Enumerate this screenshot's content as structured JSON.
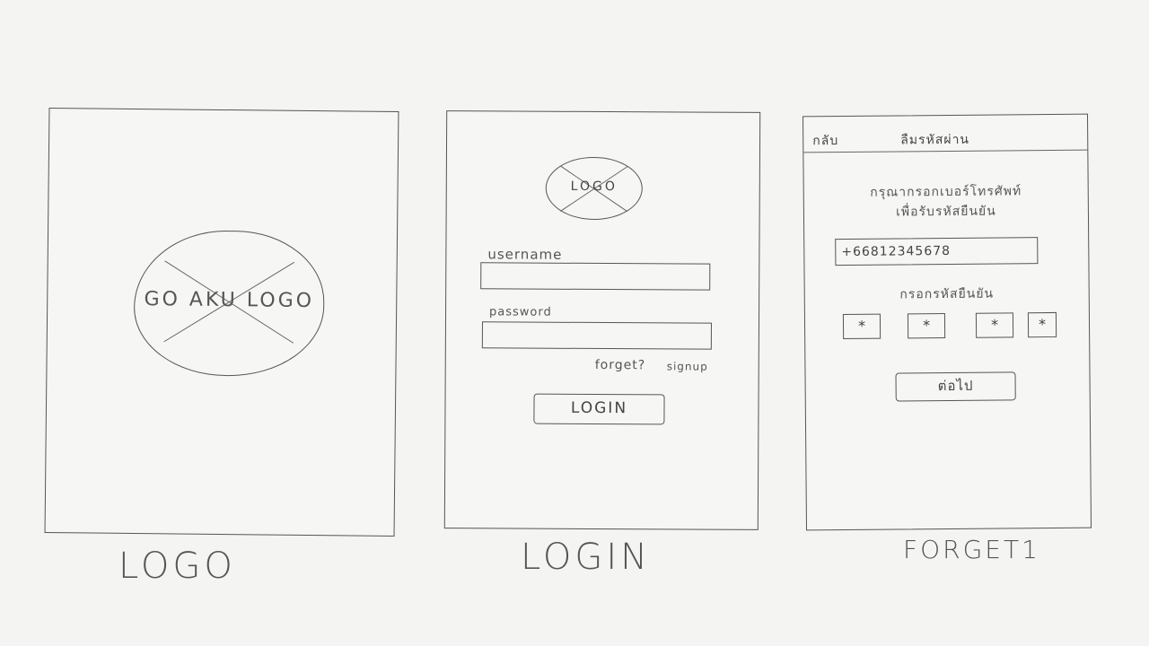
{
  "screens": {
    "logo": {
      "caption": "LOGO",
      "logo_text": "GO AKU LOGO"
    },
    "login": {
      "caption": "LOGIN",
      "logo_text": "LOGO",
      "username_label": "username",
      "password_label": "password",
      "forget_link": "forget?",
      "signup_link": "signup",
      "login_button": "LOGIN"
    },
    "forget": {
      "caption": "FORGET1",
      "back_label": "กลับ",
      "title": "ลืมรหัสผ่าน",
      "instruction_line1": "กรุณากรอกเบอร์โทรศัพท์",
      "instruction_line2": "เพื่อรับรหัสยืนยัน",
      "phone_value": "+66812345678",
      "otp_label": "กรอกรหัสยืนยัน",
      "otp_digits": [
        "*",
        "*",
        "*",
        "*"
      ],
      "next_button": "ต่อไป"
    }
  }
}
